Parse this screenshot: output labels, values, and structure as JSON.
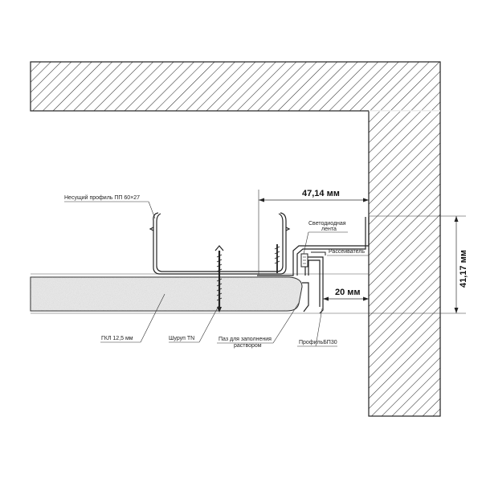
{
  "dimensions": {
    "width_label": "47,14 мм",
    "height_label": "41,17 мм",
    "gap_label": "20 мм"
  },
  "labels": {
    "profile": "Несущий профиль ПП 60×27",
    "led_line1": "Светодиодная",
    "led_line2": "лента",
    "diffuser": "Рассеиватель",
    "gkl": "ГКЛ 12,5 мм",
    "screw": "Шуруп TN",
    "groove_line1": "Паз для заполнения",
    "groove_line2": "раствором",
    "profile_bp": "ПрофильБП30"
  },
  "colors": {
    "hatch": "#333333",
    "board_fill": "#ececec",
    "line": "#222222"
  }
}
